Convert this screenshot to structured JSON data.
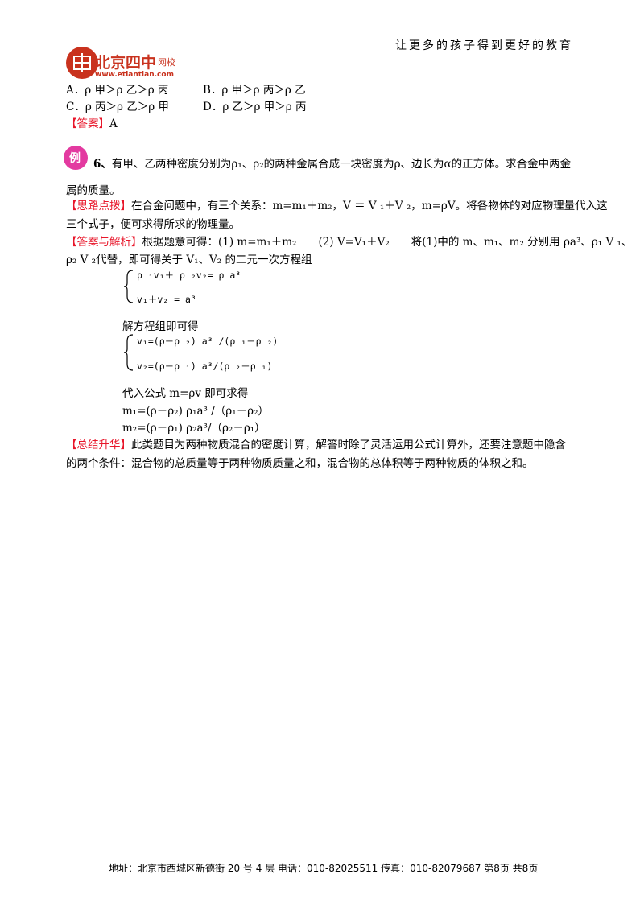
{
  "header": {
    "slogan": "让更多的孩子得到更好的教育",
    "logo_name": "北京四中",
    "logo_wangxiao": "网校",
    "logo_url": "www.etiantian.com"
  },
  "options": {
    "a": "A．ρ 甲＞ρ 乙＞ρ 丙",
    "b": "B．ρ 甲＞ρ 丙＞ρ 乙",
    "c": "C．ρ 丙＞ρ 乙＞ρ 甲",
    "d": "D．ρ 乙＞ρ 甲＞ρ 丙"
  },
  "answer": {
    "tag": "【答案】",
    "value": "A"
  },
  "example6": {
    "badge": "例",
    "number": "6、",
    "line1": "有甲、乙两种密度分别为ρ₁、ρ₂的两种金属合成一块密度为ρ、边长为α的正方体。求合金中两金",
    "line2": "属的质量。"
  },
  "thinking": {
    "tag": "【思路点拨】",
    "line1": "在合金问题中，有三个关系：m=m₁＋m₂，V ＝ V ₁＋V ₂，m=ρV。将各物体的对应物理量代入这",
    "line2": "三个式子，便可求得所求的物理量。"
  },
  "analysis": {
    "tag": "【答案与解析】",
    "line1": "根据题意可得：(1) m=m₁＋m₂　　(2)  V=V₁＋V₂　　将(1)中的 m、m₁、m₂ 分别用 ρa³、ρ₁ V ₁、",
    "line2": "ρ₂ V ₂代替，即可得关于 V₁、V₂ 的二元一次方程组",
    "sys1_eq1": "ρ ₁v₁＋ ρ ₂v₂= ρ a³",
    "sys1_eq2": "v₁＋v₂ =  a³",
    "solve_text": "解方程组即可得",
    "sys2_eq1": "v₁=(ρ－ρ ₂)  a³ /(ρ ₁－ρ ₂)",
    "sys2_eq2": "v₂=(ρ－ρ ₁)  a³/(ρ ₂－ρ ₁)",
    "substitute_text": "代入公式 m=ρv 即可求得",
    "result1": "m₁=(ρ－ρ₂) ρ₁a³ /（ρ₁－ρ₂）",
    "result2": "m₂=(ρ－ρ₁) ρ₂a³/（ρ₂－ρ₁）"
  },
  "summary": {
    "tag": "【总结升华】",
    "line1": "此类题目为两种物质混合的密度计算，解答时除了灵活运用公式计算外，还要注意题中隐含",
    "line2": "的两个条件：混合物的总质量等于两种物质质量之和，混合物的总体积等于两种物质的体积之和。"
  },
  "footer": {
    "text": "地址：北京市西城区新德街 20 号 4 层  电话：010-82025511  传真：010-82079687   第8页  共8页"
  }
}
